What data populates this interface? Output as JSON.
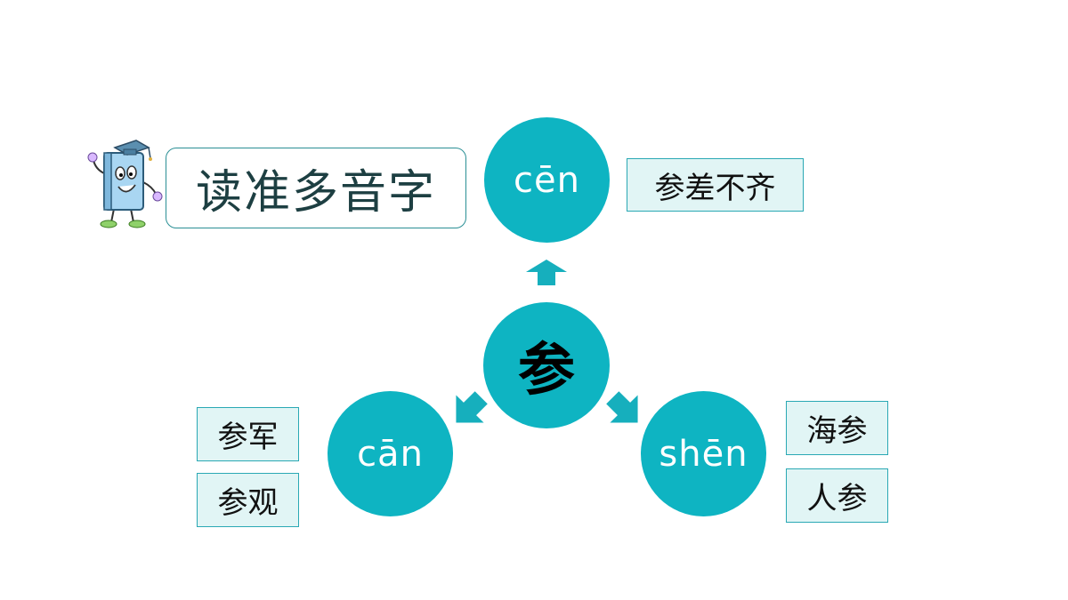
{
  "title": "读准多音字",
  "center_char": "参",
  "readings": [
    {
      "pinyin": "cēn",
      "words": [
        "参差不齐"
      ]
    },
    {
      "pinyin": "cān",
      "words": [
        "参军",
        "参观"
      ]
    },
    {
      "pinyin": "shēn",
      "words": [
        "海参",
        "人参"
      ]
    }
  ],
  "colors": {
    "circle_fill": "#0eb4c2",
    "arrow_fill": "#16afbd",
    "box_fill": "#e1f5f5",
    "box_border": "#2aa8b4"
  },
  "icons": [
    "book-mascot-icon",
    "arrow-up-icon",
    "arrow-down-left-icon",
    "arrow-down-right-icon"
  ]
}
